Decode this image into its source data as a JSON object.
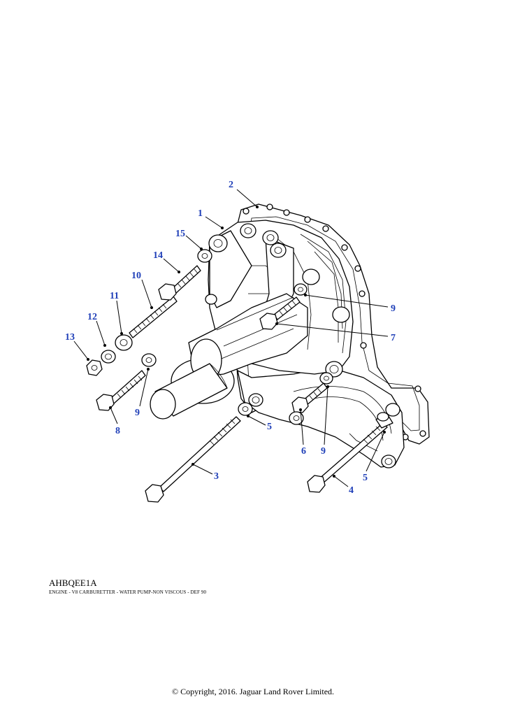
{
  "diagram": {
    "callouts": [
      "1",
      "2",
      "3",
      "4",
      "5",
      "5",
      "6",
      "7",
      "8",
      "9",
      "9",
      "9",
      "10",
      "11",
      "12",
      "13",
      "14",
      "15"
    ]
  },
  "footer": {
    "ref_code": "AHBQEE1A",
    "ref_desc": "ENGINE - V8 CARBURETTER - WATER PUMP-NON VISCOUS - DEF 90",
    "copyright": "© Copyright, 2016. Jaguar Land Rover Limited."
  },
  "colors": {
    "callout": "#1f3fb8",
    "line": "#000000",
    "background": "#ffffff"
  }
}
